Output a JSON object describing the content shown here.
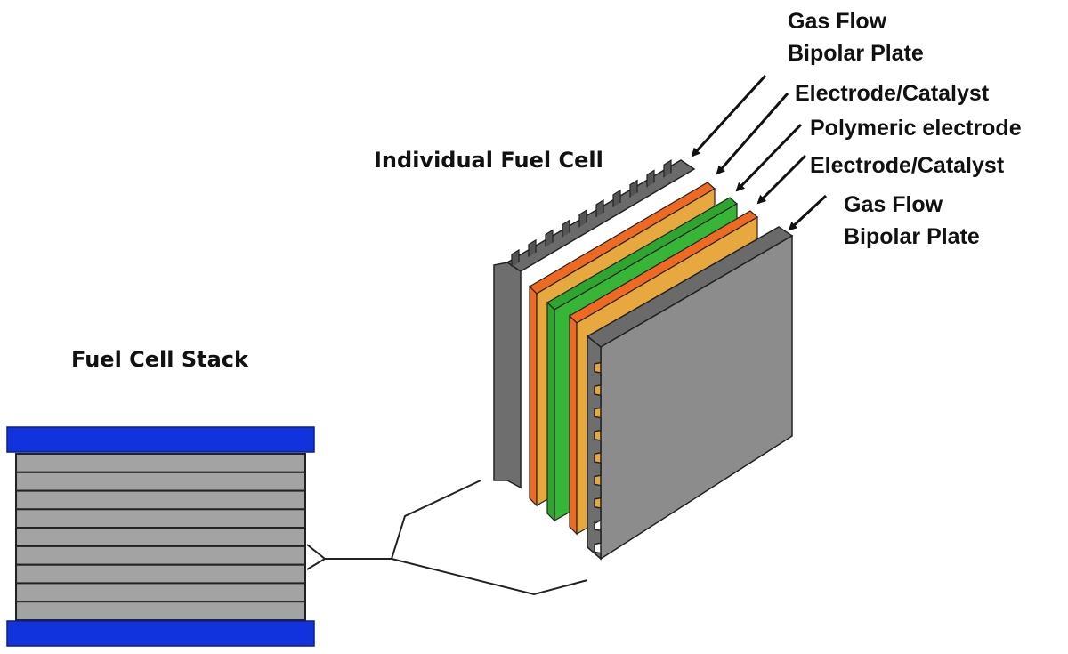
{
  "diagram": {
    "title_stack": "Fuel Cell Stack",
    "title_cell": "Individual Fuel Cell",
    "layers": [
      {
        "line1": "Gas Flow",
        "line2": "Bipolar Plate"
      },
      {
        "line1": "Electrode/Catalyst",
        "line2": ""
      },
      {
        "line1": "Polymeric electrode",
        "line2": ""
      },
      {
        "line1": "Electrode/Catalyst",
        "line2": ""
      },
      {
        "line1": "Gas Flow",
        "line2": "Bipolar Plate"
      }
    ]
  },
  "colors": {
    "end_plate": "#1133dd",
    "stack_cell": "#a3a3a3",
    "bipolar_plate": "#8c8c8c",
    "bipolar_plate_dark": "#5a5a5a",
    "catalyst_orange": "#ee6a22",
    "catalyst_yellow": "#e8a840",
    "membrane_green": "#2ea52e",
    "outline": "#222222"
  }
}
